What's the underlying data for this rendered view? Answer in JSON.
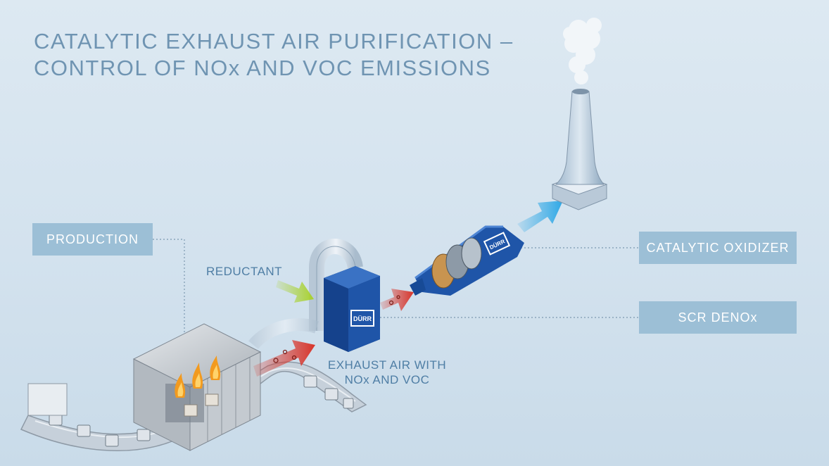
{
  "title": {
    "line1": "CATALYTIC EXHAUST AIR PURIFICATION –",
    "line2": "CONTROL OF NOx AND VOC EMISSIONS"
  },
  "labels": {
    "production": "PRODUCTION",
    "catalytic_oxidizer": "CATALYTIC OXIDIZER",
    "scr_denox": "SCR DENOx",
    "reductant": "REDUCTANT",
    "exhaust_line1": "EXHAUST AIR WITH",
    "exhaust_line2": "NOx AND VOC"
  },
  "logo_text": "DÜRR",
  "colors": {
    "label_box": "#9cbfd6",
    "title": "#6f94b2",
    "equipment_blue": "#1f55a8",
    "exhaust_red": "#d8342a",
    "clean_air_blue": "#2ea8e6",
    "reductant_green": "#a8d12c",
    "flame": "#f29a1f"
  }
}
